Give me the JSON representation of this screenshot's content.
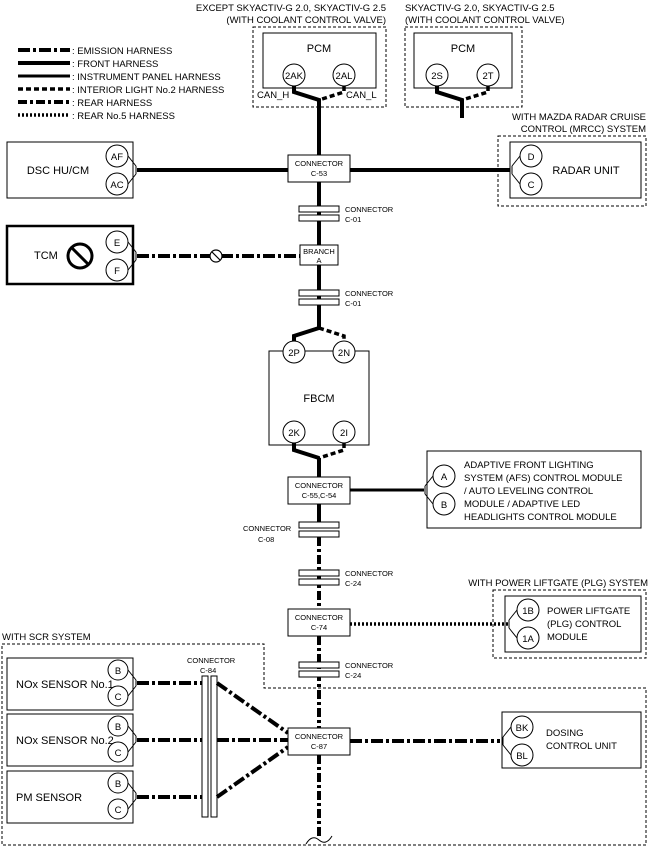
{
  "legend": [
    {
      "label": ": EMISSION HARNESS",
      "style": "emis"
    },
    {
      "label": ": FRONT HARNESS",
      "style": "front"
    },
    {
      "label": ": INSTRUMENT PANEL HARNESS",
      "style": "ip"
    },
    {
      "label": ": INTERIOR LIGHT No.2 HARNESS",
      "style": "intl"
    },
    {
      "label": ": REAR HARNESS",
      "style": "rear"
    },
    {
      "label": ": REAR No.5 HARNESS",
      "style": "rear5"
    }
  ],
  "pcm_left": {
    "note1": "EXCEPT SKYACTIV-G 2.0, SKYACTIV-G 2.5",
    "note2": "(WITH COOLANT CONTROL VALVE)",
    "label": "PCM",
    "pin_a": "2AK",
    "pin_b": "2AL",
    "can_h": "CAN_H",
    "can_l": "CAN_L"
  },
  "pcm_right": {
    "note1": "SKYACTIV-G 2.0, SKYACTIV-G 2.5",
    "note2": "(WITH COOLANT CONTROL VALVE)",
    "label": "PCM",
    "pin_a": "2S",
    "pin_b": "2T"
  },
  "mrcc": {
    "note1": "WITH MAZDA RADAR CRUISE",
    "note2": "CONTROL (MRCC) SYSTEM",
    "label": "RADAR UNIT",
    "pin_a": "D",
    "pin_b": "C"
  },
  "dsc": {
    "label": "DSC HU/CM",
    "pin_a": "AF",
    "pin_b": "AC"
  },
  "tcm": {
    "label": "TCM",
    "pin_a": "E",
    "pin_b": "F"
  },
  "c53": {
    "l1": "CONNECTOR",
    "l2": "C-53"
  },
  "c01a": {
    "l1": "CONNECTOR",
    "l2": "C-01"
  },
  "branch": {
    "l1": "BRANCH",
    "l2": "A"
  },
  "c01b": {
    "l1": "CONNECTOR",
    "l2": "C-01"
  },
  "fbcm": {
    "label": "FBCM",
    "pin_2p": "2P",
    "pin_2n": "2N",
    "pin_2k": "2K",
    "pin_2i": "2I"
  },
  "c55": {
    "l1": "CONNECTOR",
    "l2": "C-55,C-54"
  },
  "afs": {
    "line1": "ADAPTIVE FRONT LIGHTING",
    "line2": "SYSTEM (AFS) CONTROL MODULE",
    "line3": "/ AUTO LEVELING CONTROL",
    "line4": "MODULE / ADAPTIVE LED",
    "line5": "HEADLIGHTS CONTROL MODULE",
    "pin_a": "A",
    "pin_b": "B"
  },
  "c08": {
    "l1": "CONNECTOR",
    "l2": "C-08"
  },
  "c24a": {
    "l1": "CONNECTOR",
    "l2": "C-24"
  },
  "plg": {
    "note": "WITH POWER LIFTGATE (PLG) SYSTEM",
    "line1": "POWER LIFTGATE",
    "line2": "(PLG) CONTROL",
    "line3": "MODULE",
    "pin_a": "1B",
    "pin_b": "1A"
  },
  "c74": {
    "l1": "CONNECTOR",
    "l2": "C-74"
  },
  "scr": {
    "note": "WITH SCR SYSTEM"
  },
  "c24b": {
    "l1": "CONNECTOR",
    "l2": "C-24"
  },
  "c84": {
    "l1": "CONNECTOR",
    "l2": "C-84"
  },
  "nox1": {
    "label": "NOx SENSOR No.1",
    "pin_a": "B",
    "pin_b": "C"
  },
  "nox2": {
    "label": "NOx SENSOR No.2",
    "pin_a": "B",
    "pin_b": "C"
  },
  "pm": {
    "label": "PM SENSOR",
    "pin_a": "B",
    "pin_b": "C"
  },
  "c87": {
    "l1": "CONNECTOR",
    "l2": "C-87"
  },
  "dosing": {
    "line1": "DOSING",
    "line2": "CONTROL UNIT",
    "pin_a": "BK",
    "pin_b": "BL"
  }
}
